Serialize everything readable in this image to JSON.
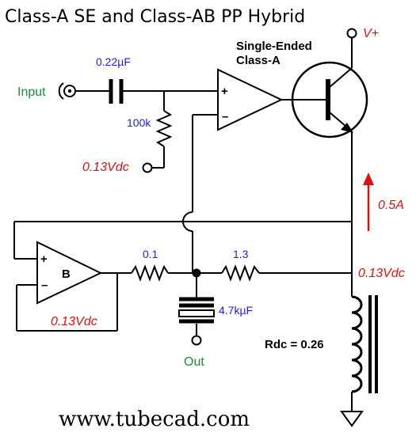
{
  "title": "Class-A SE and Class-AB PP Hybrid",
  "labels": {
    "input": "Input",
    "output": "Out",
    "supply": "V+",
    "se_line1": "Single-Ended",
    "se_line2": "Class-A",
    "buffer": "B",
    "plus": "+",
    "minus": "–",
    "rdc": "Rdc = 0.26",
    "current": "0.5A"
  },
  "components": {
    "input_cap": "0.22µF",
    "bias_resistor": "100k",
    "res_b": "0.1",
    "res_se": "1.3",
    "output_cap": "4.7kµF"
  },
  "voltages": {
    "bias_node": "0.13Vdc",
    "buffer_out": "0.13Vdc",
    "emitter_node": "0.13Vdc"
  },
  "website": "www.tubecad.com",
  "colors": {
    "component_values": "#1f1fd6",
    "io_labels": "#208a3c",
    "dc_values": "#e01010"
  }
}
